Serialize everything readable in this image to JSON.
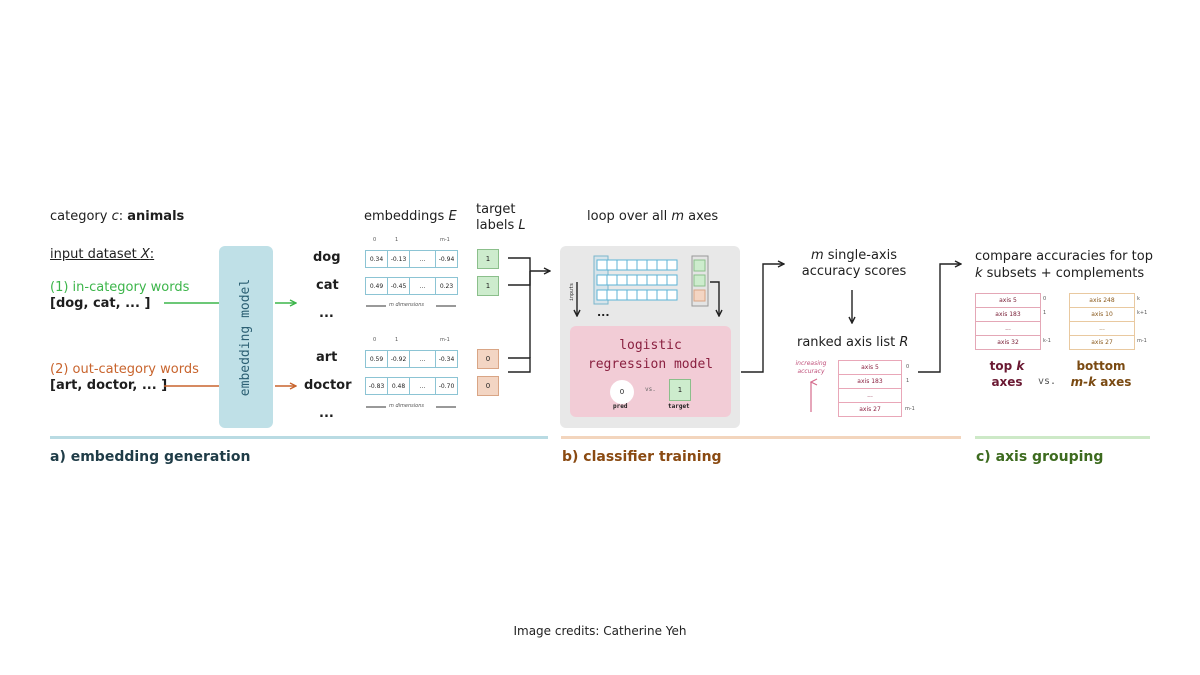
{
  "embedding": {
    "category_prefix": "category ",
    "category_var": "c",
    "category_sep": ": ",
    "category_value": "animals",
    "dataset_label": "input dataset ",
    "dataset_var": "X",
    "dataset_colon": ":",
    "in_label": "(1) in-category words",
    "in_words": "[dog, cat, ... ]",
    "out_label": "(2) out-category words",
    "out_words": "[art, doctor, ... ]",
    "model_label": "embedding model",
    "embeddings_title": "embeddings ",
    "embeddings_var": "E",
    "target_title": "target",
    "target_title2": "labels ",
    "target_var": "L",
    "words_in": [
      "dog",
      "cat",
      "..."
    ],
    "words_out": [
      "art",
      "doctor",
      "..."
    ],
    "dim_labels": [
      "0",
      "1",
      "m-1"
    ],
    "vectors_in": [
      [
        "0.34",
        "-0.13",
        "...",
        "-0.94"
      ],
      [
        "0.49",
        "-0.45",
        "...",
        "0.23"
      ]
    ],
    "vectors_out": [
      [
        "0.59",
        "-0.92",
        "...",
        "-0.34"
      ],
      [
        "-0.83",
        "0.48",
        "...",
        "-0.70"
      ]
    ],
    "m_dimensions": "m dimensions",
    "labels_in": [
      "1",
      "1"
    ],
    "labels_out": [
      "0",
      "0"
    ],
    "section_title": "a) embedding generation"
  },
  "training": {
    "loop_text": "loop over all ",
    "loop_var": "m",
    "loop_text2": " axes",
    "inputs_label": "inputs",
    "ellipsis": "...",
    "model_line1": "logistic",
    "model_line2": "regression model",
    "pred_value": "0",
    "vs": "vs.",
    "target_value": "1",
    "pred_label": "pred",
    "target_label": "target",
    "section_title": "b) classifier training"
  },
  "ranking": {
    "scores_var": "m",
    "scores_line1": " single-axis",
    "scores_line2": "accuracy scores",
    "ranked_title": "ranked axis list ",
    "ranked_var": "R",
    "increasing_line1": "increasing",
    "increasing_line2": "accuracy",
    "rows": [
      "axis 5",
      "axis 183",
      "...",
      "axis 27"
    ],
    "indices": [
      "0",
      "1",
      "",
      "m-1"
    ]
  },
  "grouping": {
    "compare_line1": "compare accuracies for top",
    "compare_var": "k",
    "compare_line2": " subsets + complements",
    "top_rows": [
      "axis 5",
      "axis 183",
      "...",
      "axis 32"
    ],
    "top_indices": [
      "0",
      "1",
      "",
      "k-1"
    ],
    "bottom_rows": [
      "axis 248",
      "axis 10",
      "...",
      "axis 27"
    ],
    "bottom_indices": [
      "k",
      "k+1",
      "",
      "m-1"
    ],
    "top_line1": "top ",
    "top_var": "k",
    "top_line2": "axes",
    "vs": "vs.",
    "bottom_line1": "bottom",
    "bottom_var": "m-k",
    "bottom_line2": " axes",
    "section_title": "c) axis grouping"
  },
  "credits": "Image credits: Catherine Yeh",
  "colors": {
    "green": "#3cb54a",
    "orange": "#c8642d",
    "teal_bar": "#b9dbe3",
    "orange_bar": "#f3d5bd",
    "green_bar": "#cde9c7",
    "section_a": "#1f3c47",
    "section_b": "#8a4a12",
    "section_c": "#3d6b1f",
    "pink_text": "#8a2040"
  }
}
